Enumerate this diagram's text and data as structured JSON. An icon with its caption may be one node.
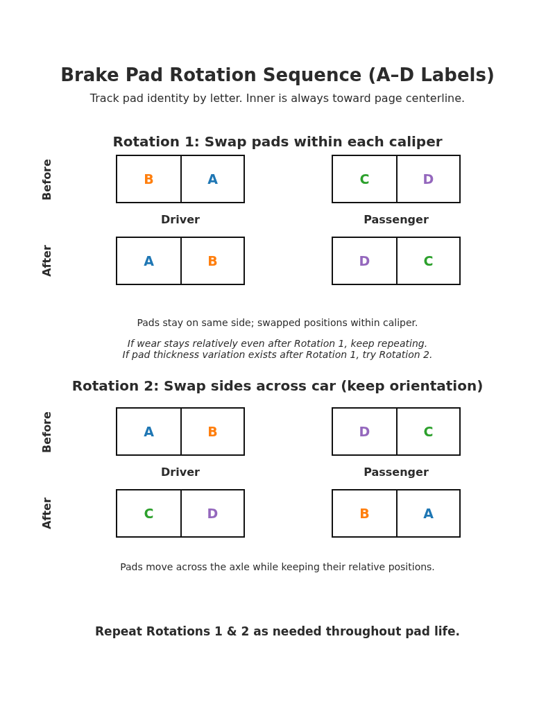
{
  "diagram": {
    "title": "Brake Pad Rotation Sequence (A–D Labels)",
    "nodes": [
      {
        "text": [],
        "shape": "box"
      },
      {
        "text": [
          "B"
        ],
        "in": 0
      },
      {
        "text": [
          "A"
        ],
        "in": 0
      },
      {
        "text": [],
        "shape": "box"
      },
      {
        "text": [
          "C"
        ],
        "in": 3
      },
      {
        "text": [
          "D"
        ],
        "in": 3
      },
      {
        "text": [],
        "shape": "box"
      },
      {
        "text": [
          "A"
        ],
        "in": 6
      },
      {
        "text": [
          "B"
        ],
        "in": 6
      },
      {
        "text": [],
        "shape": "box"
      },
      {
        "text": [
          "D"
        ],
        "in": 9
      },
      {
        "text": [
          "C"
        ],
        "in": 9
      },
      {
        "text": [],
        "shape": "box"
      },
      {
        "text": [
          "A"
        ],
        "in": 12
      },
      {
        "text": [
          "B"
        ],
        "in": 12
      },
      {
        "text": [],
        "shape": "box"
      },
      {
        "text": [
          "D"
        ],
        "in": 15
      },
      {
        "text": [
          "C"
        ],
        "in": 15
      },
      {
        "text": [],
        "shape": "box"
      },
      {
        "text": [
          "C"
        ],
        "in": 18
      },
      {
        "text": [
          "D"
        ],
        "in": 18
      },
      {
        "text": [],
        "shape": "box"
      },
      {
        "text": [
          "B"
        ],
        "in": 21
      },
      {
        "text": [
          "A"
        ],
        "in": 21
      }
    ],
    "labels": [
      "Track pad identity by letter. Inner is always toward page centerline.",
      "Rotation 1: Swap pads within each caliper",
      "Before",
      "Driver",
      "Passenger",
      "After",
      "Pads stay on same side; swapped positions within caliper.",
      "If wear stays relatively even after Rotation 1, keep repeating.",
      "If pad thickness variation exists after Rotation 1, try Rotation 2.",
      "Rotation 2: Swap sides across car (keep orientation)",
      "Before",
      "Driver",
      "Passenger",
      "After",
      "Pads move across the axle while keeping their relative positions.",
      "Repeat Rotations 1 & 2 as needed throughout pad life."
    ]
  }
}
